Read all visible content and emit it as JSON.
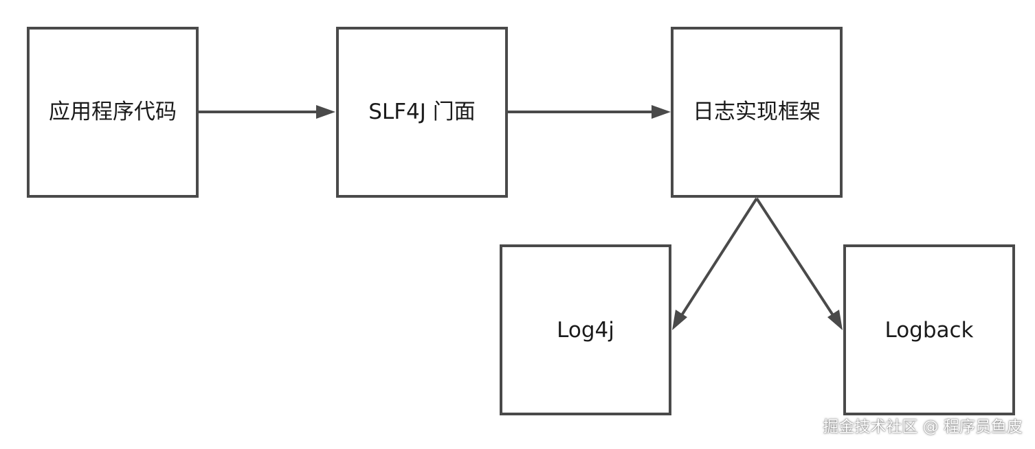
{
  "nodes": {
    "app_code": {
      "label": "应用程序代码"
    },
    "slf4j": {
      "label": "SLF4J 门面"
    },
    "impl": {
      "label": "日志实现框架"
    },
    "log4j": {
      "label": "Log4j"
    },
    "logback": {
      "label": "Logback"
    }
  },
  "edges": [
    {
      "from": "app_code",
      "to": "slf4j"
    },
    {
      "from": "slf4j",
      "to": "impl"
    },
    {
      "from": "impl",
      "to": "log4j"
    },
    {
      "from": "impl",
      "to": "logback"
    }
  ],
  "watermark": {
    "text": "掘金技术社区 @ 程序员鱼皮"
  },
  "colors": {
    "stroke": "#4a4a4a",
    "text": "#1a1a1a",
    "background": "#ffffff"
  }
}
